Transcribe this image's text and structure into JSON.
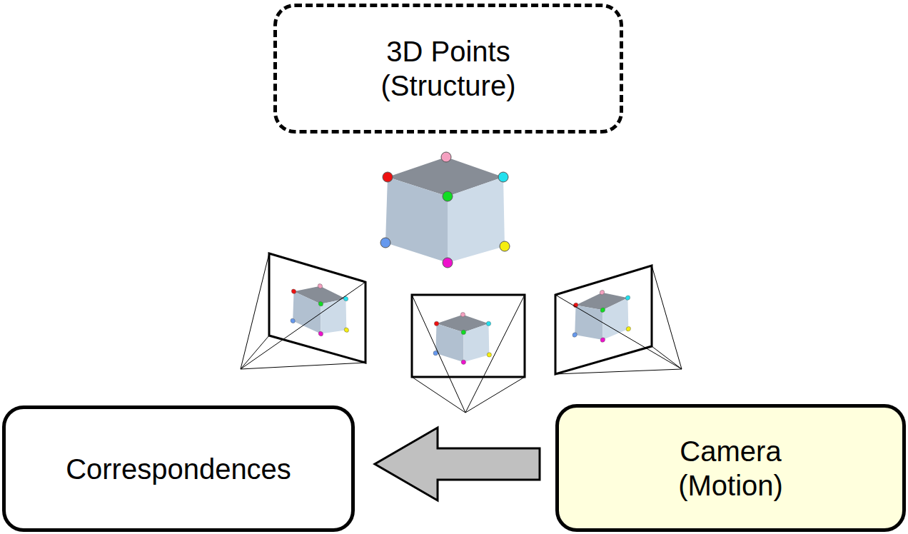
{
  "diagram": {
    "nodes": [
      {
        "text": [
          "3D Points (Structure)"
        ]
      },
      {
        "text": [
          "Correspondences"
        ]
      },
      {
        "text": [
          "Camera (Motion)"
        ]
      }
    ],
    "edges": [
      {
        "from": 2,
        "to": 1,
        "arrow": "to"
      }
    ]
  }
}
